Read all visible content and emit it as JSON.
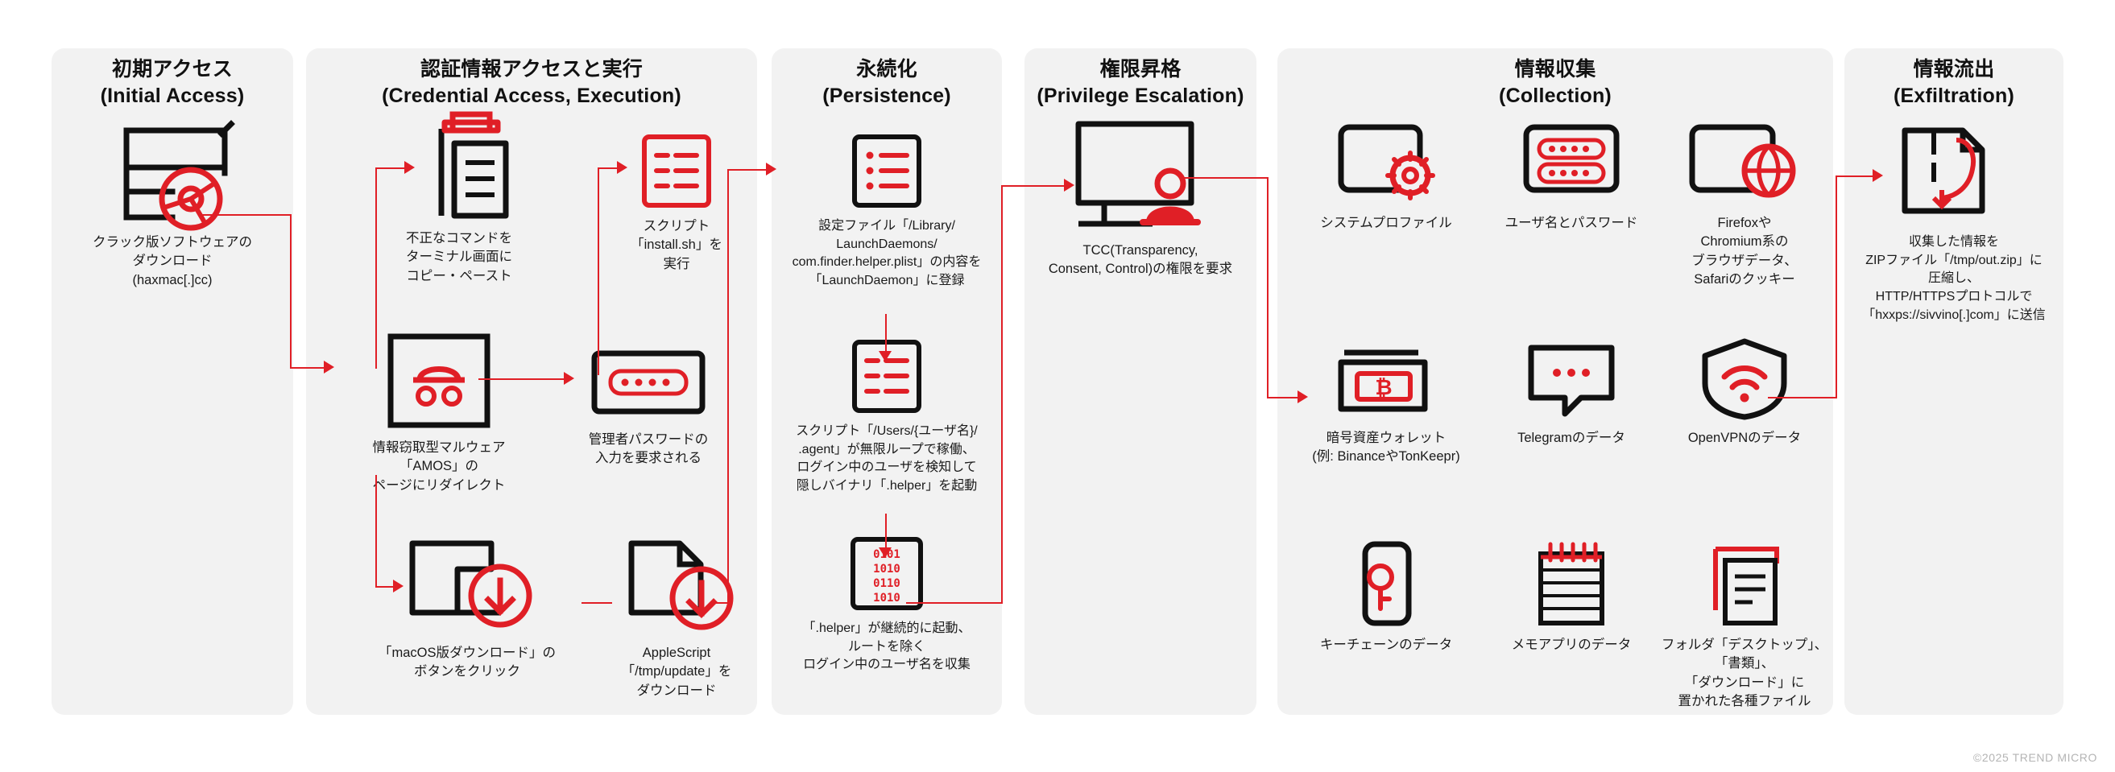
{
  "diagram": {
    "title": "macOS AMOS infostealer attack chain",
    "accent_red": "#e01f26",
    "ink": "#111111",
    "panel_bg": "#f2f2f2",
    "copyright": "©2025 TREND MICRO"
  },
  "columns": [
    {
      "id": "initial-access",
      "title_ja": "初期アクセス",
      "title_en": "(Initial Access)",
      "nodes": [
        {
          "id": "download-cracked-software",
          "icon": "browser-window-disc-icon",
          "caption": "クラック版ソフトウェアの\nダウンロード\n(haxmac[.]cc)"
        }
      ]
    },
    {
      "id": "credential-access-execution",
      "title_ja": "認証情報アクセスと実行",
      "title_en": "(Credential Access, Execution)",
      "nodes": [
        {
          "id": "copy-paste-command",
          "icon": "clipboard-paste-icon",
          "caption": "不正なコマンドを\nターミナル画面に\nコピー・ペースト"
        },
        {
          "id": "run-install-sh",
          "icon": "terminal-script-icon",
          "caption": "スクリプト\n「install.sh」を\n実行"
        },
        {
          "id": "redirect-amos-page",
          "icon": "malware-mask-browser-icon",
          "caption": "情報窃取型マルウェア\n「AMOS」の\nページにリダイレクト"
        },
        {
          "id": "admin-password-prompt",
          "icon": "password-field-icon",
          "caption": "管理者パスワードの\n入力を要求される"
        },
        {
          "id": "click-macos-download",
          "icon": "cursor-download-icon",
          "caption": "「macOS版ダウンロード」の\nボタンをクリック"
        },
        {
          "id": "download-applescript",
          "icon": "file-download-icon",
          "caption": "AppleScript\n「/tmp/update」を\nダウンロード"
        }
      ]
    },
    {
      "id": "persistence",
      "title_ja": "永続化",
      "title_en": "(Persistence)",
      "nodes": [
        {
          "id": "register-launchdaemon",
          "icon": "plist-list-icon",
          "caption": "設定ファイル「/Library/\nLaunchDaemons/\ncom.finder.helper.plist」の内容を\n「LaunchDaemon」に登録"
        },
        {
          "id": "agent-loop-script",
          "icon": "script-lines-icon",
          "caption": "スクリプト「/Users/{ユーザ名}/\n.agent」が無限ループで稼働、\nログイン中のユーザを検知して\n隠しバイナリ「.helper」を起動"
        },
        {
          "id": "helper-collect-usernames",
          "icon": "binary-code-icon",
          "caption": "「.helper」が継続的に起動、\nルートを除く\nログイン中のユーザ名を収集"
        }
      ]
    },
    {
      "id": "privilege-escalation",
      "title_ja": "権限昇格",
      "title_en": "(Privilege Escalation)",
      "nodes": [
        {
          "id": "request-tcc-permission",
          "icon": "monitor-user-icon",
          "caption": "TCC(Transparency,\nConsent, Control)の権限を要求"
        }
      ]
    },
    {
      "id": "collection",
      "title_ja": "情報収集",
      "title_en": "(Collection)",
      "nodes": [
        {
          "id": "system-profile",
          "icon": "window-gear-icon",
          "caption": "システムプロファイル"
        },
        {
          "id": "usernames-passwords",
          "icon": "credentials-icon",
          "caption": "ユーザ名とパスワード"
        },
        {
          "id": "browser-data",
          "icon": "browser-globe-icon",
          "caption": "Firefoxや\nChromium系の\nブラウザデータ、\nSafariのクッキー"
        },
        {
          "id": "crypto-wallet",
          "icon": "wallet-bitcoin-icon",
          "caption": "暗号資産ウォレット\n(例: BinanceやTonKeepr)"
        },
        {
          "id": "telegram-data",
          "icon": "chat-bubble-icon",
          "caption": "Telegramのデータ"
        },
        {
          "id": "openvpn-data",
          "icon": "shield-wifi-icon",
          "caption": "OpenVPNのデータ"
        },
        {
          "id": "keychain-data",
          "icon": "phone-key-icon",
          "caption": "キーチェーンのデータ"
        },
        {
          "id": "notes-app-data",
          "icon": "notepad-icon",
          "caption": "メモアプリのデータ"
        },
        {
          "id": "folder-files",
          "icon": "documents-stack-icon",
          "caption": "フォルダ「デスクトップ」、\n「書類」、\n「ダウンロード」に\n置かれた各種ファイル"
        }
      ]
    },
    {
      "id": "exfiltration",
      "title_ja": "情報流出",
      "title_en": "(Exfiltration)",
      "nodes": [
        {
          "id": "zip-and-upload",
          "icon": "zip-upload-icon",
          "caption": "収集した情報を\nZIPファイル「/tmp/out.zip」に\n圧縮し、\nHTTP/HTTPSプロトコルで\n「hxxps://sivvino[.]com」に送信"
        }
      ]
    }
  ]
}
